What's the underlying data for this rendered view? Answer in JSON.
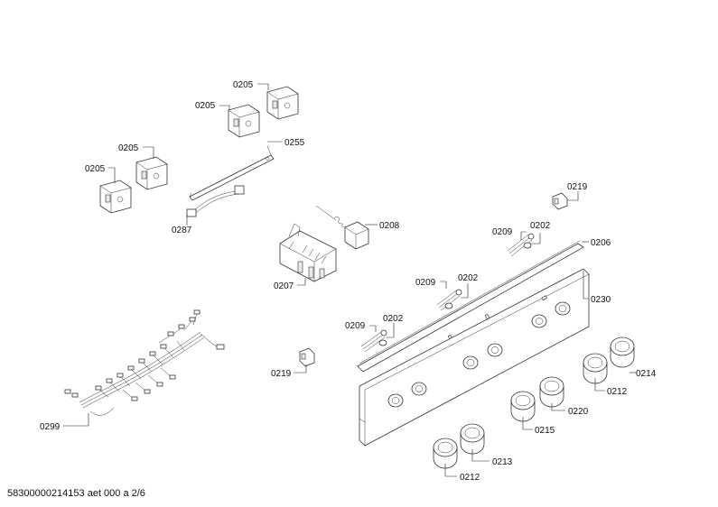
{
  "diagram": {
    "callouts": {
      "c0205a": "0205",
      "c0205b": "0205",
      "c0205c": "0205",
      "c0205d": "0205",
      "c0255": "0255",
      "c0287": "0287",
      "c0208": "0208",
      "c0207": "0207",
      "c0219a": "0219",
      "c0219b": "0219",
      "c0209a": "0209",
      "c0209b": "0209",
      "c0209c": "0209",
      "c0202a": "0202",
      "c0202b": "0202",
      "c0202c": "0202",
      "c0206": "0206",
      "c0230": "0230",
      "c0299": "0299",
      "c0214": "0214",
      "c0212a": "0212",
      "c0212b": "0212",
      "c0220": "0220",
      "c0215": "0215",
      "c0213": "0213"
    },
    "footer": "58300000214153 aet 000 a 2/6"
  }
}
